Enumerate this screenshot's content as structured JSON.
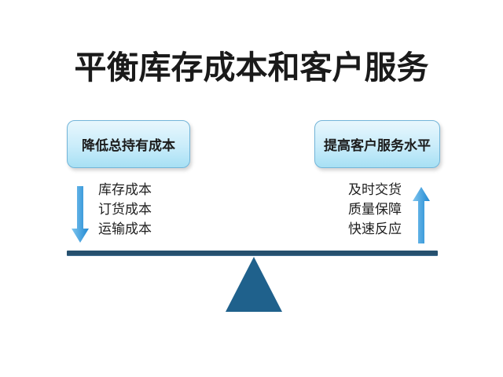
{
  "slide": {
    "title": "平衡库存成本和客户服务"
  },
  "left": {
    "box_label": "降低总持有成本",
    "items": [
      "库存成本",
      "订货成本",
      "运输成本"
    ],
    "arrow_icon": "down-arrow"
  },
  "right": {
    "box_label": "提高客户服务水平",
    "items": [
      "及时交货",
      "质量保障",
      "快速反应"
    ],
    "arrow_icon": "up-arrow"
  },
  "balance": {
    "beam_icon": "balance-beam",
    "fulcrum_icon": "fulcrum-triangle"
  },
  "colors": {
    "title_text": "#1a1a1a",
    "box_fill_top": "#e8f7fd",
    "box_fill_mid": "#c9ecfa",
    "box_fill_bottom": "#a7e0f4",
    "box_border": "#73b5d9",
    "box_text": "#1c1c1c",
    "list_text": "#1f1f1f",
    "arrow_light": "#7fc5ef",
    "arrow_dark": "#2089d2",
    "beam": "#26506e",
    "triangle": "#1f618c"
  }
}
